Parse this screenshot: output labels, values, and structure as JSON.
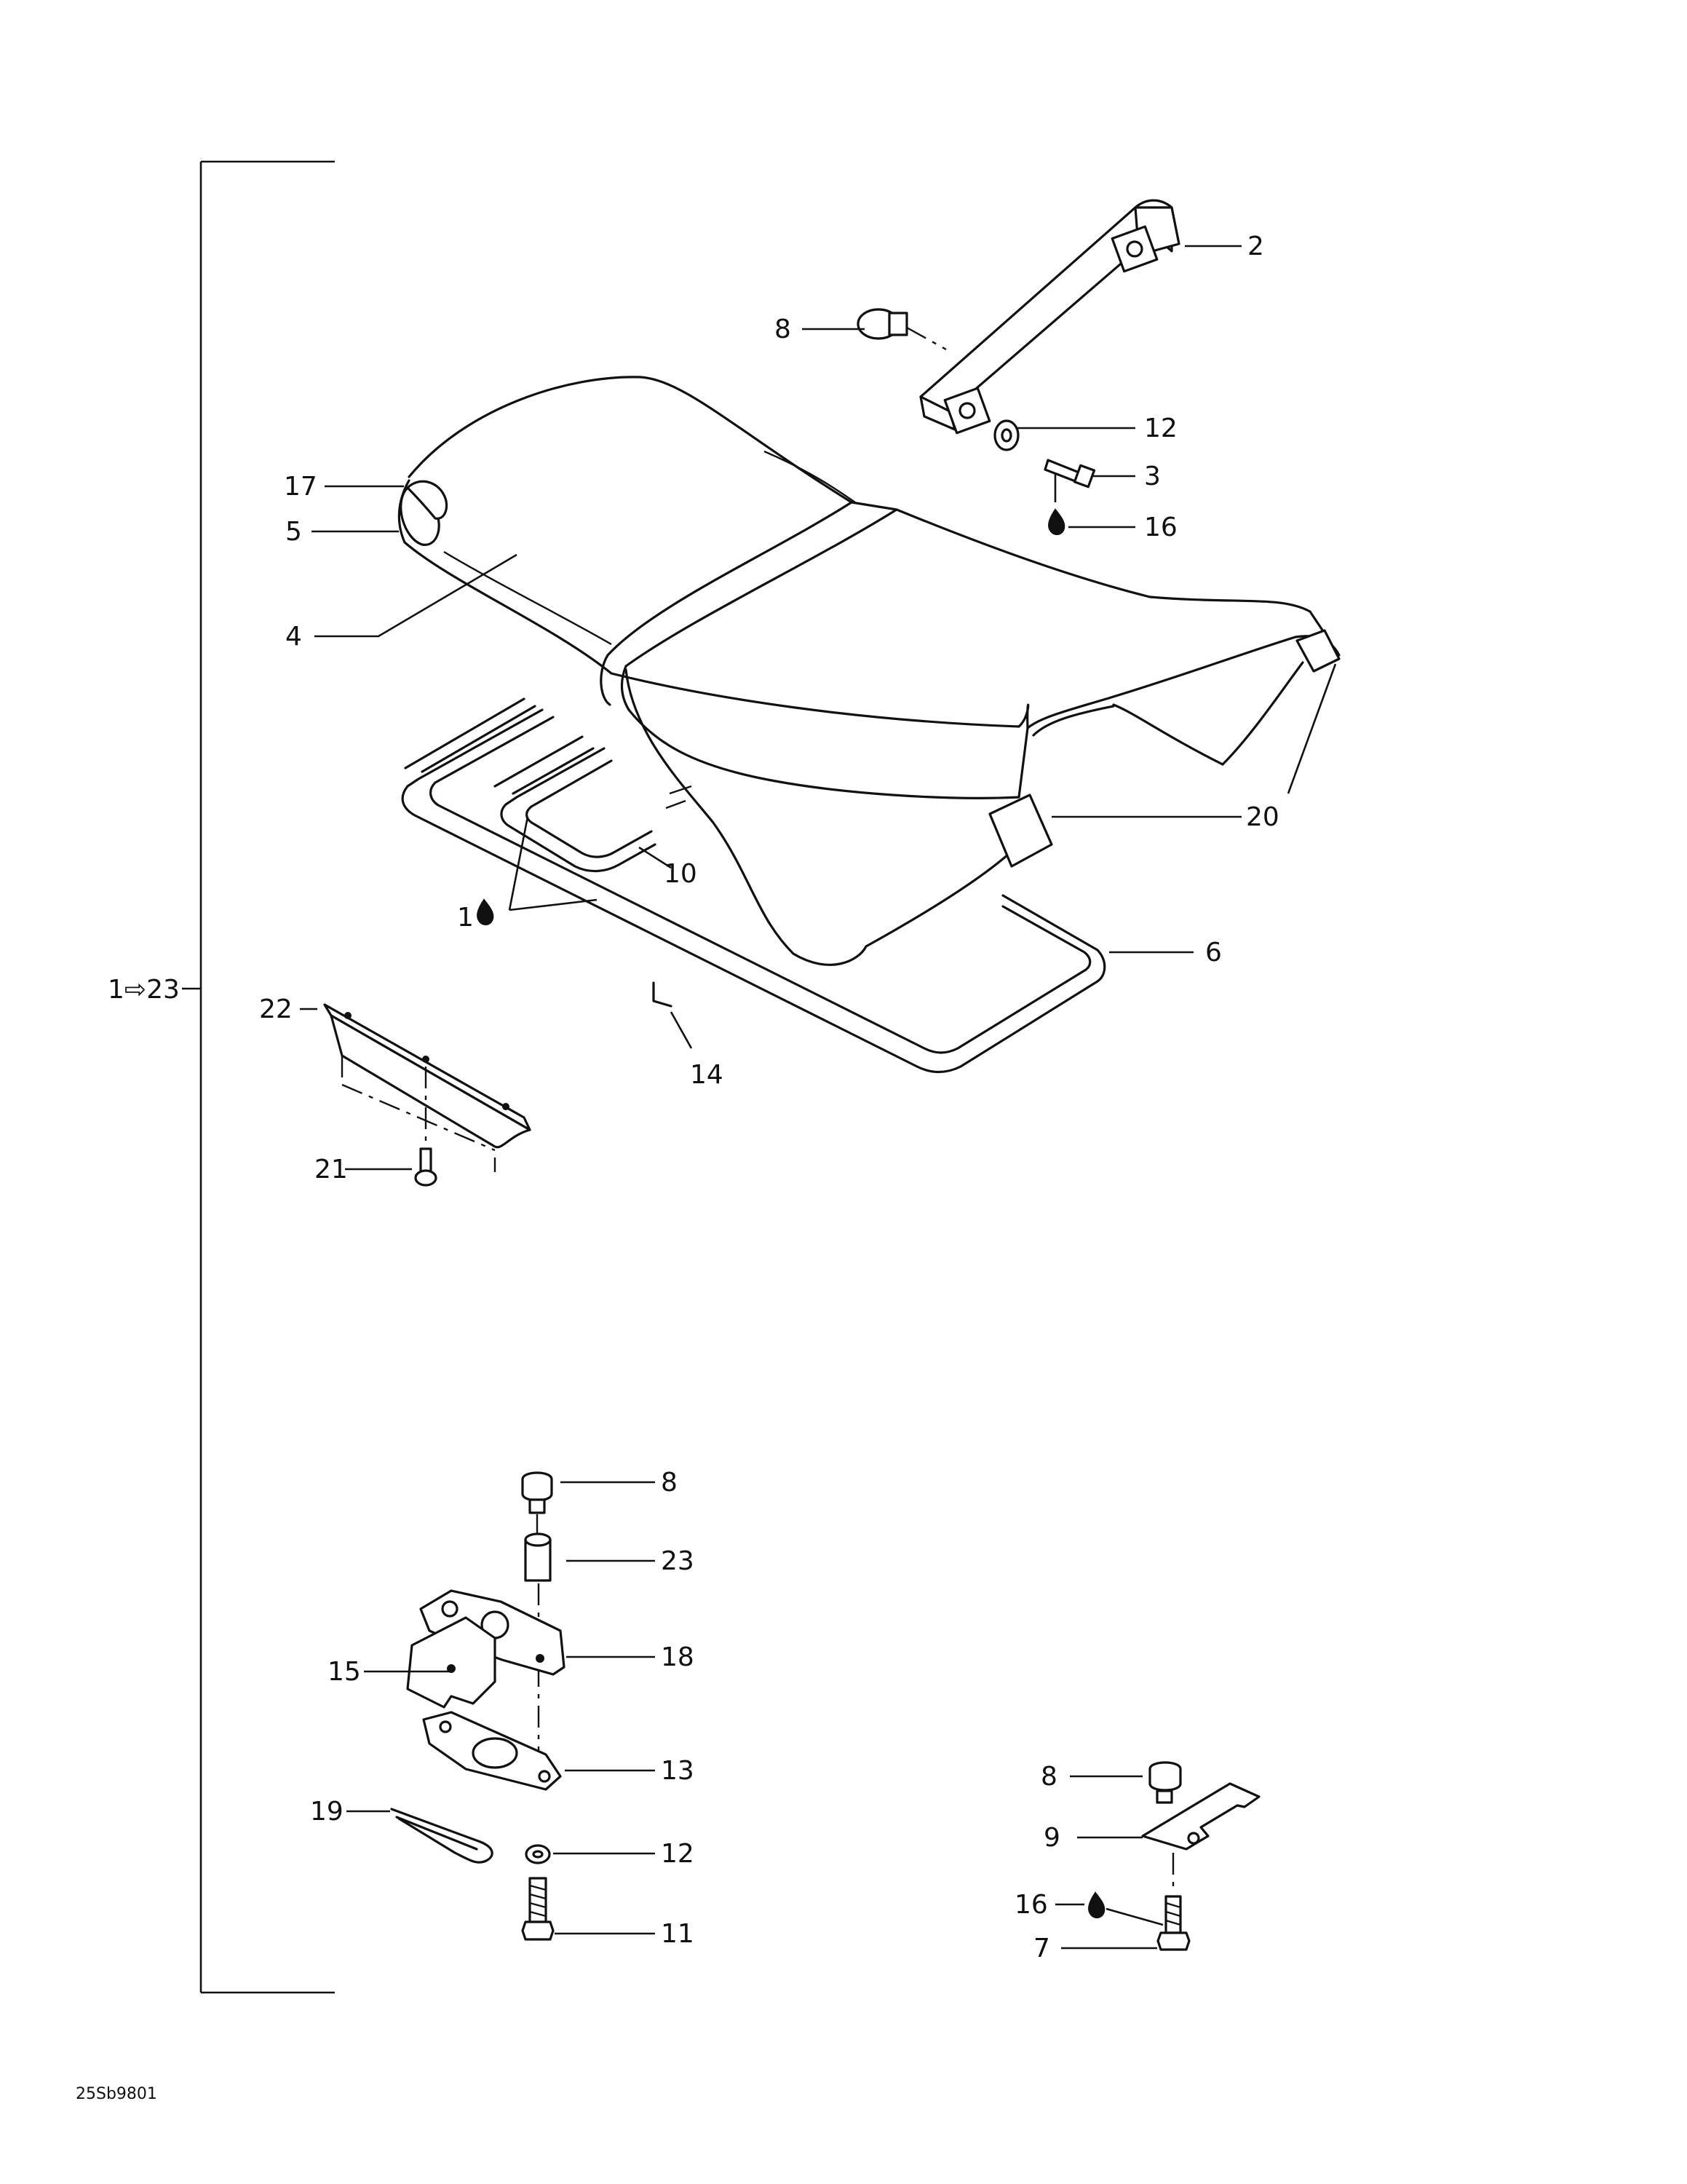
{
  "diagram_code": "25Sb9801",
  "bracket_label": "1⇨23",
  "callouts": {
    "c1": "1",
    "c2": "2",
    "c3": "3",
    "c4": "4",
    "c5": "5",
    "c6": "6",
    "c7": "7",
    "c8a": "8",
    "c8b": "8",
    "c8c": "8",
    "c9": "9",
    "c10": "10",
    "c11": "11",
    "c12a": "12",
    "c12b": "12",
    "c13": "13",
    "c14": "14",
    "c15": "15",
    "c16a": "16",
    "c16b": "16",
    "c17": "17",
    "c18": "18",
    "c19": "19",
    "c20": "20",
    "c21": "21",
    "c22": "22",
    "c23": "23"
  },
  "icons": {
    "adhesive": "drop-icon",
    "range_arrow": "outline-arrow-icon"
  }
}
